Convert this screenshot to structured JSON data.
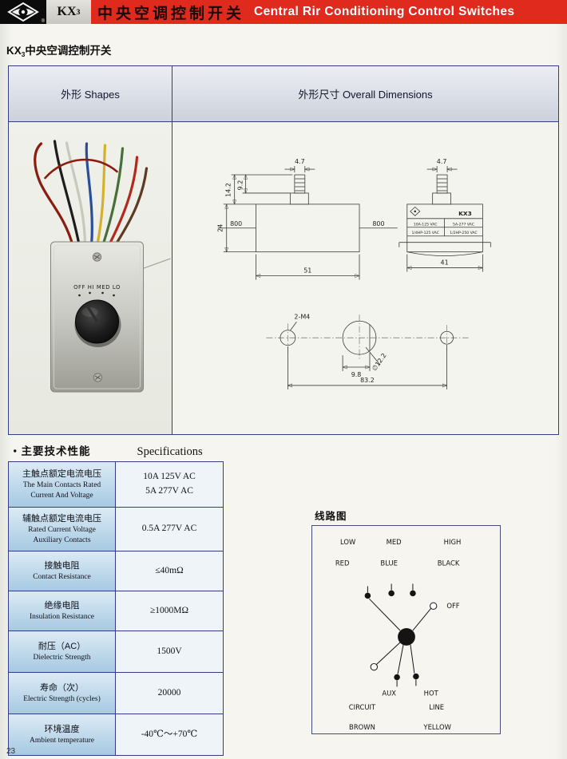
{
  "page_number": "23",
  "header": {
    "registered": "®",
    "brand": "KX",
    "brand_sub": "3",
    "title_cn": "中央空调控制开关",
    "title_en": "Central Rir Conditioning Control Switches"
  },
  "page_heading": {
    "brand": "KX",
    "brand_sub": "3",
    "rest": "中央空调控制开关"
  },
  "overview_table": {
    "shapes_header": "外形 Shapes",
    "dimensions_header": "外形尺寸 Overall Dimensions"
  },
  "photo": {
    "dial_text": "OFF HI MED LO"
  },
  "front_view": {
    "dim_top": "4.7",
    "dim_shaft_total": "14.2",
    "dim_shaft_upper": "9.2",
    "dim_body_height": "24",
    "dim_wire_left": "800",
    "dim_wire_right": "800",
    "dim_body_width": "51"
  },
  "side_view": {
    "dim_top": "4.7",
    "model": "KX3",
    "rating_1a": "10A-125 VAC",
    "rating_1b": "5A-277 VAC",
    "rating_2a": "1/4HP-125 VAC",
    "rating_2b": "1/2HP-250 VAC",
    "dim_width": "41"
  },
  "hole_view": {
    "holes_label": "2-M4",
    "dim_across_flat": "9.8",
    "dim_hole_dia": "∅12.2",
    "dim_span": "83.2"
  },
  "specs": {
    "heading_cn": "・主要技术性能",
    "heading_en": "Specifications",
    "rows": [
      {
        "label_lines": [
          "主触点额定电流电压",
          "The Main Contacts Rated",
          "Current And Voltage"
        ],
        "value_lines": [
          "10A 125V AC",
          "5A 277V AC"
        ]
      },
      {
        "label_lines": [
          "辅触点额定电流电压",
          "Rated Current Voltage",
          "Auxiliary Contacts"
        ],
        "value_lines": [
          "0.5A 277V AC"
        ]
      },
      {
        "label_lines": [
          "接触电阻",
          "Contact Resistance"
        ],
        "value_lines": [
          "≤40mΩ"
        ]
      },
      {
        "label_lines": [
          "绝缘电阻",
          "Insulation Resistance"
        ],
        "value_lines": [
          "≥1000MΩ"
        ]
      },
      {
        "label_lines": [
          "耐压（AC）",
          "Dielectric Strength"
        ],
        "value_lines": [
          "1500V"
        ]
      },
      {
        "label_lines": [
          "寿命（次）",
          "Electric Strength (cycles)"
        ],
        "value_lines": [
          "20000"
        ]
      },
      {
        "label_lines": [
          "环境温度",
          "Ambient temperature"
        ],
        "value_lines": [
          "-40℃～+70℃"
        ]
      }
    ]
  },
  "circuit": {
    "title": "线路图",
    "speed_low": "LOW",
    "speed_med": "MED",
    "speed_high": "HIGH",
    "wire_red": "RED",
    "wire_blue": "BLUE",
    "wire_black": "BLACK",
    "off": "OFF",
    "aux": "AUX",
    "hot": "HOT",
    "circuit_word": "CIRCUIT",
    "line_word": "LINE",
    "brown": "BROWN",
    "yellow": "YELLOW"
  }
}
